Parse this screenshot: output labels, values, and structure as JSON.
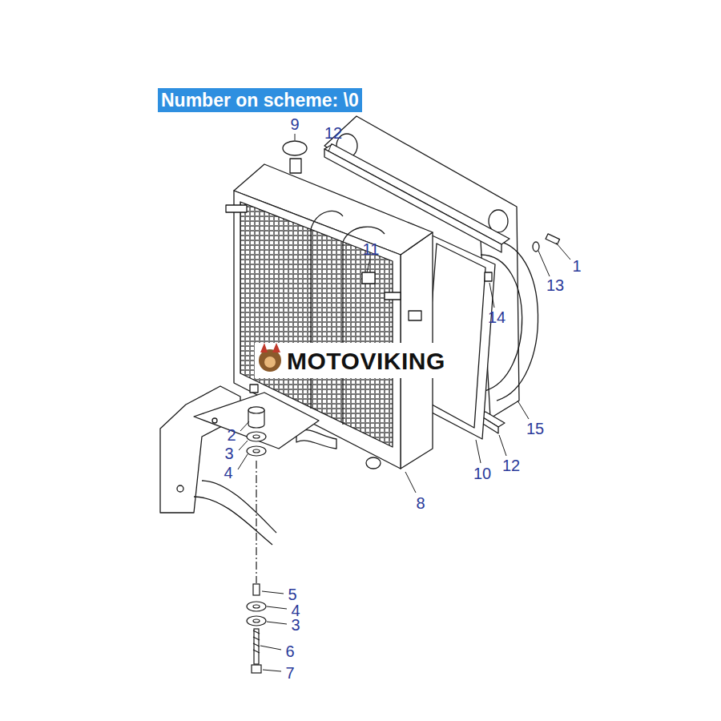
{
  "diagram": {
    "nodes": [
      {
        "text": [
          "Number on scheme: \\0"
        ]
      }
    ],
    "labels": [
      "9",
      "12",
      "11",
      "1",
      "13",
      "14",
      "2",
      "3",
      "15",
      "4",
      "10",
      "12",
      "8",
      "5",
      "4",
      "3",
      "6",
      "7",
      "MOTOVIKING"
    ]
  }
}
